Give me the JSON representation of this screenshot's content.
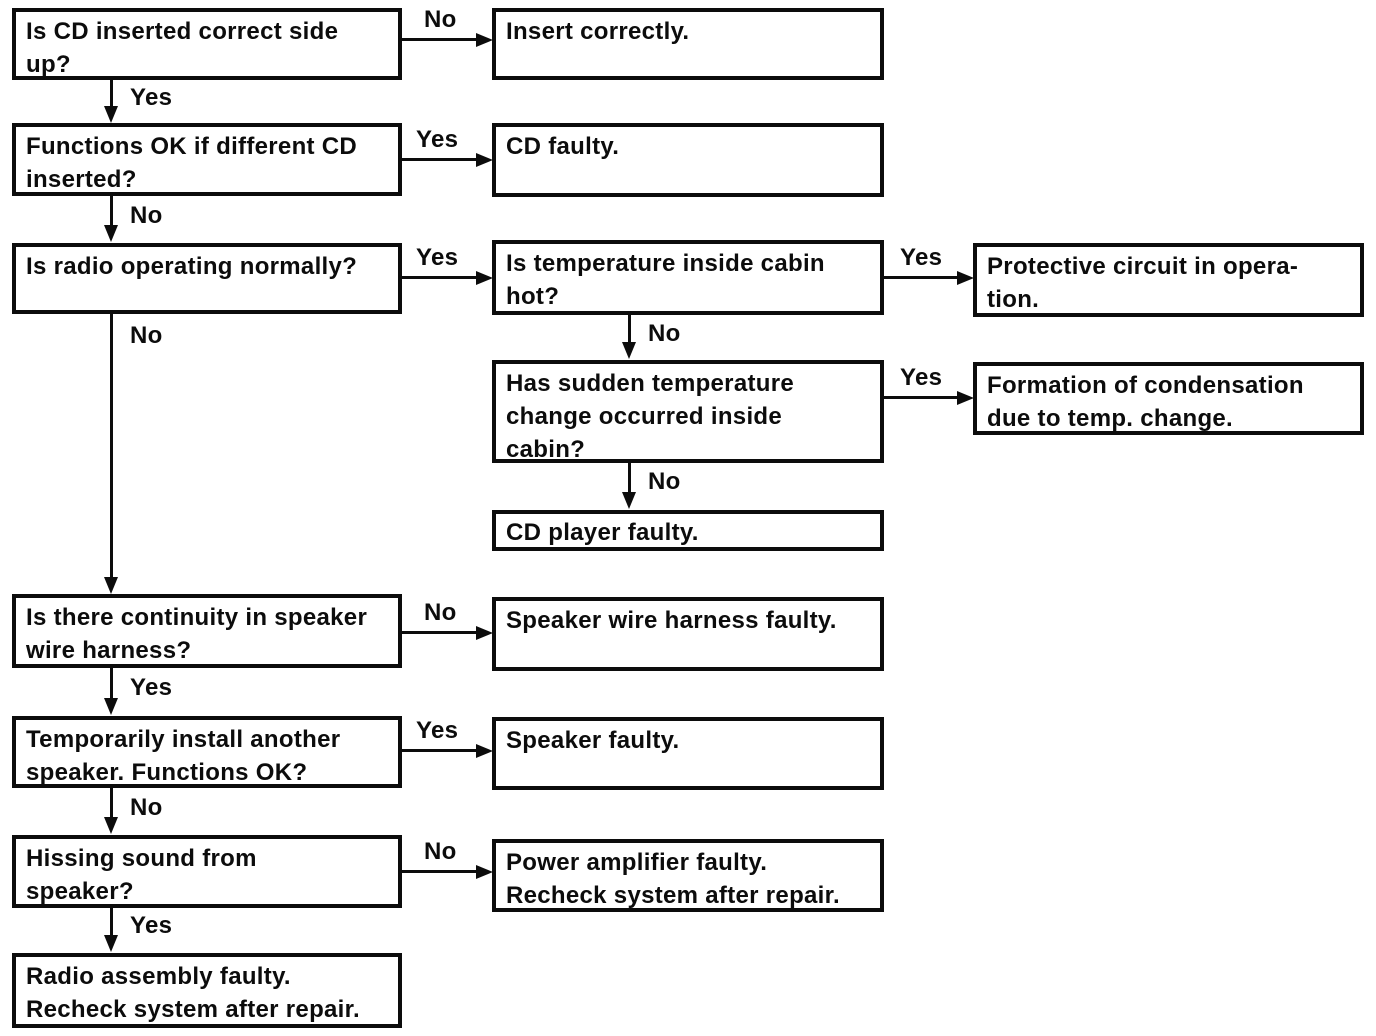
{
  "diagram": {
    "type": "flowchart",
    "topic": "CD player / radio troubleshooting"
  },
  "colors": {
    "background": "#ffffff",
    "line": "#0c0c0c",
    "text": "#0c0c0c"
  },
  "labels": {
    "yes": "Yes",
    "no": "No"
  },
  "nodes": {
    "q_cd_side": {
      "lines": [
        "Is CD inserted correct side",
        "up?"
      ]
    },
    "insert_correctly": {
      "lines": [
        "Insert correctly."
      ]
    },
    "q_different_cd": {
      "lines": [
        "Functions OK if different CD",
        "inserted?"
      ]
    },
    "cd_faulty": {
      "lines": [
        "CD faulty."
      ]
    },
    "q_radio_normal": {
      "lines": [
        "Is radio operating normally?"
      ]
    },
    "q_cabin_hot": {
      "lines": [
        "Is temperature inside cabin",
        "hot?"
      ]
    },
    "protective_circuit": {
      "lines": [
        "Protective circuit in opera-",
        "tion."
      ]
    },
    "q_sudden_temp": {
      "lines": [
        "Has sudden temperature",
        "change occurred inside",
        "cabin?"
      ]
    },
    "condensation": {
      "lines": [
        "Formation of condensation",
        "due to temp. change."
      ]
    },
    "cd_player_faulty": {
      "lines": [
        "CD player faulty."
      ]
    },
    "q_continuity": {
      "lines": [
        "Is there continuity in speaker",
        "wire harness?"
      ]
    },
    "harness_faulty": {
      "lines": [
        "Speaker wire harness faulty."
      ]
    },
    "q_install_speaker": {
      "lines": [
        "Temporarily install another",
        "speaker. Functions OK?"
      ]
    },
    "speaker_faulty": {
      "lines": [
        "Speaker faulty."
      ]
    },
    "q_hissing": {
      "lines": [
        "Hissing sound from",
        "speaker?"
      ]
    },
    "power_amp_faulty": {
      "lines": [
        "Power amplifier faulty.",
        "Recheck system after repair."
      ]
    },
    "radio_assembly_faulty": {
      "lines": [
        "Radio assembly faulty.",
        "Recheck system after repair."
      ]
    }
  },
  "connectors": [
    {
      "from": "q_cd_side",
      "to": "insert_correctly",
      "direction": "right",
      "label": "No"
    },
    {
      "from": "q_cd_side",
      "to": "q_different_cd",
      "direction": "down",
      "label": "Yes"
    },
    {
      "from": "q_different_cd",
      "to": "cd_faulty",
      "direction": "right",
      "label": "Yes"
    },
    {
      "from": "q_different_cd",
      "to": "q_radio_normal",
      "direction": "down",
      "label": "No"
    },
    {
      "from": "q_radio_normal",
      "to": "q_cabin_hot",
      "direction": "right",
      "label": "Yes"
    },
    {
      "from": "q_radio_normal",
      "to": "q_continuity",
      "direction": "down",
      "label": "No"
    },
    {
      "from": "q_cabin_hot",
      "to": "protective_circuit",
      "direction": "right",
      "label": "Yes"
    },
    {
      "from": "q_cabin_hot",
      "to": "q_sudden_temp",
      "direction": "down",
      "label": "No"
    },
    {
      "from": "q_sudden_temp",
      "to": "condensation",
      "direction": "right",
      "label": "Yes"
    },
    {
      "from": "q_sudden_temp",
      "to": "cd_player_faulty",
      "direction": "down",
      "label": "No"
    },
    {
      "from": "q_continuity",
      "to": "harness_faulty",
      "direction": "right",
      "label": "No"
    },
    {
      "from": "q_continuity",
      "to": "q_install_speaker",
      "direction": "down",
      "label": "Yes"
    },
    {
      "from": "q_install_speaker",
      "to": "speaker_faulty",
      "direction": "right",
      "label": "Yes"
    },
    {
      "from": "q_install_speaker",
      "to": "q_hissing",
      "direction": "down",
      "label": "No"
    },
    {
      "from": "q_hissing",
      "to": "power_amp_faulty",
      "direction": "right",
      "label": "No"
    },
    {
      "from": "q_hissing",
      "to": "radio_assembly_faulty",
      "direction": "down",
      "label": "Yes"
    }
  ]
}
